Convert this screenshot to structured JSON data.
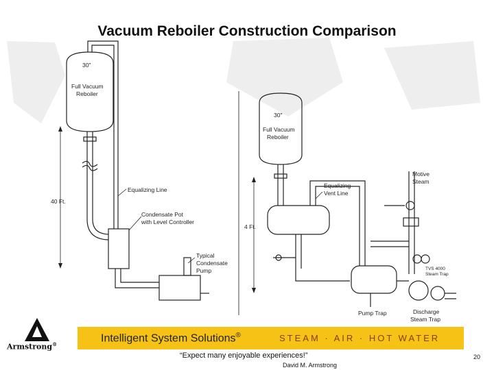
{
  "title": "Vacuum Reboiler Construction Comparison",
  "left_diagram": {
    "vessel_label": [
      "30\"",
      "Full Vacuum",
      "Reboiler"
    ],
    "height_label": "40 Ft.",
    "equalizing_line": "Equalizing Line",
    "condensate_pot": [
      "Condensate Pot",
      "with Level Controller"
    ],
    "pump": [
      "Typical",
      "Condensate",
      "Pump"
    ]
  },
  "right_diagram": {
    "vessel_label": [
      "30\"",
      "Full Vacuum",
      "Reboiler"
    ],
    "height_label": "4 Ft.",
    "equalizing_vent": [
      "Equalizing",
      "Vent Line"
    ],
    "motive_steam": [
      "Motive",
      "Steam"
    ],
    "trap_label": [
      "TVS 4000",
      "Steam Trap"
    ],
    "pump_trap": "Pump Trap",
    "discharge": [
      "Discharge",
      "Steam Trap"
    ]
  },
  "banner": {
    "left": "Intelligent System Solutions",
    "reg": "®",
    "right": "STEAM · AIR · HOT WATER",
    "color": "#f6c216"
  },
  "logo_text": "Armstrong",
  "logo_reg": "®",
  "quote": "“Expect many enjoyable experiences!”",
  "author": "David M. Armstrong",
  "page_number": "20"
}
